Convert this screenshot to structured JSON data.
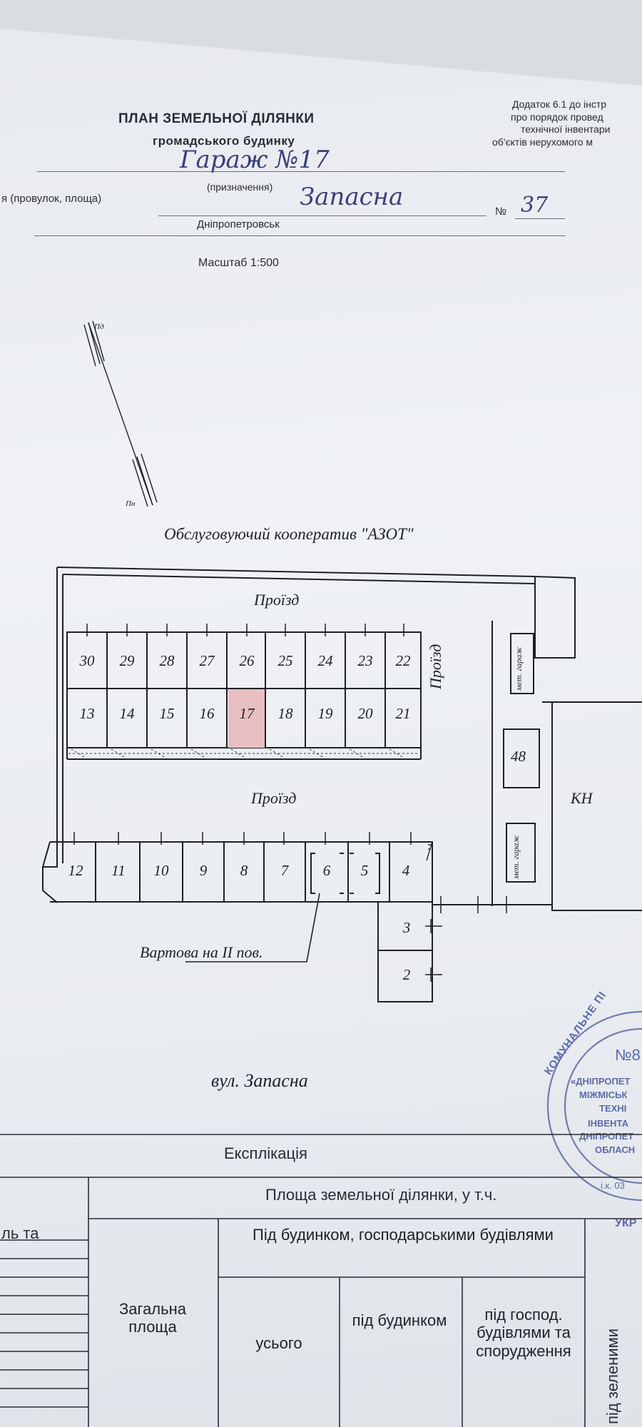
{
  "header": {
    "annex": [
      "Додаток 6.1 до інстр",
      "про порядок провед",
      "технічної інвентари",
      "об'єктів нерухомого м"
    ],
    "title": "ПЛАН ЗЕМЕЛЬНОЇ ДІЛЯНКИ",
    "subtitle": "громадського будинку",
    "purpose_handwritten": "Гараж №17",
    "purpose_label": "(призначення)",
    "street_label": "я (провулок, площа)",
    "street_handwritten": "Запасна",
    "number_label": "№",
    "number_handwritten": "37",
    "city": "Дніпропетровськ",
    "scale": "Масштаб 1:500"
  },
  "compass": {
    "north": "Пд",
    "south": "Пн"
  },
  "plan": {
    "cooperative": "Обслуговуючий кооператив \"АЗОТ\"",
    "passage_top": "Проїзд",
    "passage_middle": "Проїзд",
    "passage_vertical": "Проїзд",
    "row_top": [
      "30",
      "29",
      "28",
      "27",
      "26",
      "25",
      "24",
      "23",
      "22"
    ],
    "row_middle": [
      "13",
      "14",
      "15",
      "16",
      "17",
      "18",
      "19",
      "20",
      "21"
    ],
    "row_bottom": [
      "12",
      "11",
      "10",
      "9",
      "8",
      "7",
      "6",
      "5",
      "4"
    ],
    "column_right": [
      "3",
      "2"
    ],
    "highlighted": "17",
    "metal_garage_label": "мет. гараж",
    "garage_48": "48",
    "kn": "КН",
    "guard_label": "Вартова на II пов.",
    "street_name": "вул. Запасна"
  },
  "stamp": {
    "ring_text": "КОМУНАЛЬНЕ ПІ",
    "number": "№8",
    "lines": [
      "«ДНІПРОПЕТ",
      "МІЖМІСЬК",
      "ТЕХНІ",
      "ІНВЕНТА",
      "ДНІПРОПЕТ",
      "ОБЛАСН",
      "і.к. 03"
    ],
    "bottom": "УКР"
  },
  "explication": {
    "title": "Експлікація",
    "area_header": "Площа земельної ділянки, у т.ч.",
    "left_cut": "ль та",
    "under_buildings": "Під будинком, господарськими будівлями",
    "total_area": "Загальна площа",
    "total": "усього",
    "under_house": "під будинком",
    "under_outbuildings": "під господ. будівлями та спорудження",
    "green": "під зеленими"
  },
  "colors": {
    "ink": "#202228",
    "highlight": "#e8bfc2",
    "stamp": "#5a6aa8",
    "handwriting": "#3a3f7a"
  }
}
